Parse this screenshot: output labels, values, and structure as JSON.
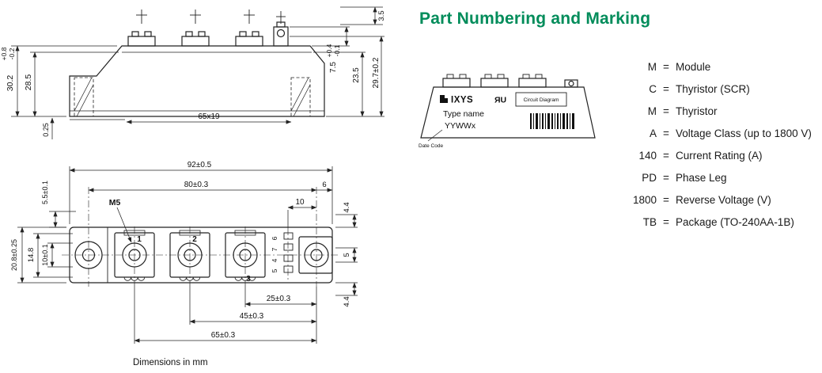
{
  "colors": {
    "accent": "#008C5A"
  },
  "heading": "Part Numbering and Marking",
  "note": "Dimensions in mm",
  "equals": "=",
  "side_view": {
    "tol_p08": "+0.8",
    "tol_m02": "-0.2",
    "d_30_2": "30.2",
    "d_28_5": "28.5",
    "d_0_25": "0.25",
    "d_65x19": "65x19",
    "d_3_5": "3.5",
    "tol_p04": "+0.4",
    "tol_m01": "-0.1",
    "d_7_5": "7.5",
    "d_23_5": "23.5",
    "d_29_7": "29.7±0.2"
  },
  "top_view": {
    "d_92": "92±0.5",
    "d_80": "80±0.3",
    "d_6": "6",
    "d_10": "10",
    "m5": "M5",
    "d_5_5": "5.5±0.1",
    "d_20_8": "20.8±0.25",
    "d_14_8": "14.8",
    "d_10_01": "10±0.1",
    "d_4_4_top": "4.4",
    "d_5_right": "5",
    "d_4_4_bottom": "4.4",
    "d_25": "25±0.3",
    "d_45": "45±0.3",
    "d_65": "65±0.3",
    "terminal_1": "1",
    "terminal_2": "2",
    "terminal_3": "3",
    "chain": [
      "6",
      "7",
      "4",
      "5"
    ]
  },
  "marking": {
    "brand": "IXYS",
    "ul_mark": "ЯU",
    "circuit_diagram": "Circuit Diagram",
    "type_name": "Type name",
    "date_code_value": "YYWWx",
    "date_code_label": "Date Code"
  },
  "legend": [
    {
      "code": "M",
      "desc": "Module"
    },
    {
      "code": "C",
      "desc": "Thyristor (SCR)"
    },
    {
      "code": "M",
      "desc": "Thyristor"
    },
    {
      "code": "A",
      "desc": "Voltage Class (up to 1800 V)"
    },
    {
      "code": "140",
      "desc": "Current Rating (A)"
    },
    {
      "code": "PD",
      "desc": "Phase Leg"
    },
    {
      "code": "1800",
      "desc": "Reverse Voltage (V)"
    },
    {
      "code": "TB",
      "desc": "Package (TO-240AA-1B)"
    }
  ]
}
